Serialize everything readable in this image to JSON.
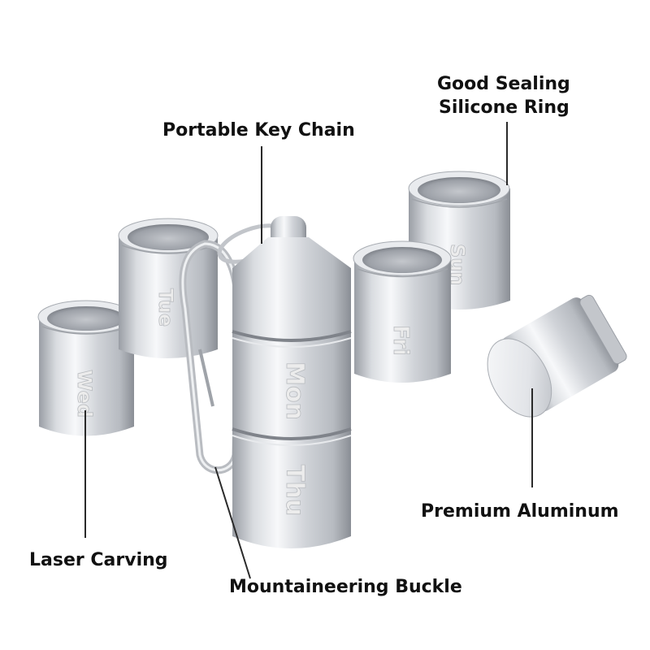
{
  "callouts": {
    "sealing_line1": "Good Sealing",
    "sealing_line2": "Silicone Ring",
    "keychain": "Portable Key Chain",
    "aluminum": "Premium Aluminum",
    "laser": "Laser Carving",
    "buckle": "Mountaineering Buckle"
  },
  "engravings": {
    "mon": "Mon",
    "thu": "Thu",
    "tue": "Tue",
    "wed": "Wed",
    "fri": "Fri",
    "sun": "Sun"
  },
  "colors": {
    "metal_light": "#f4f5f7",
    "metal_mid": "#c9ccd1",
    "metal_dark": "#8e9299",
    "line": "#2a2a2a"
  }
}
